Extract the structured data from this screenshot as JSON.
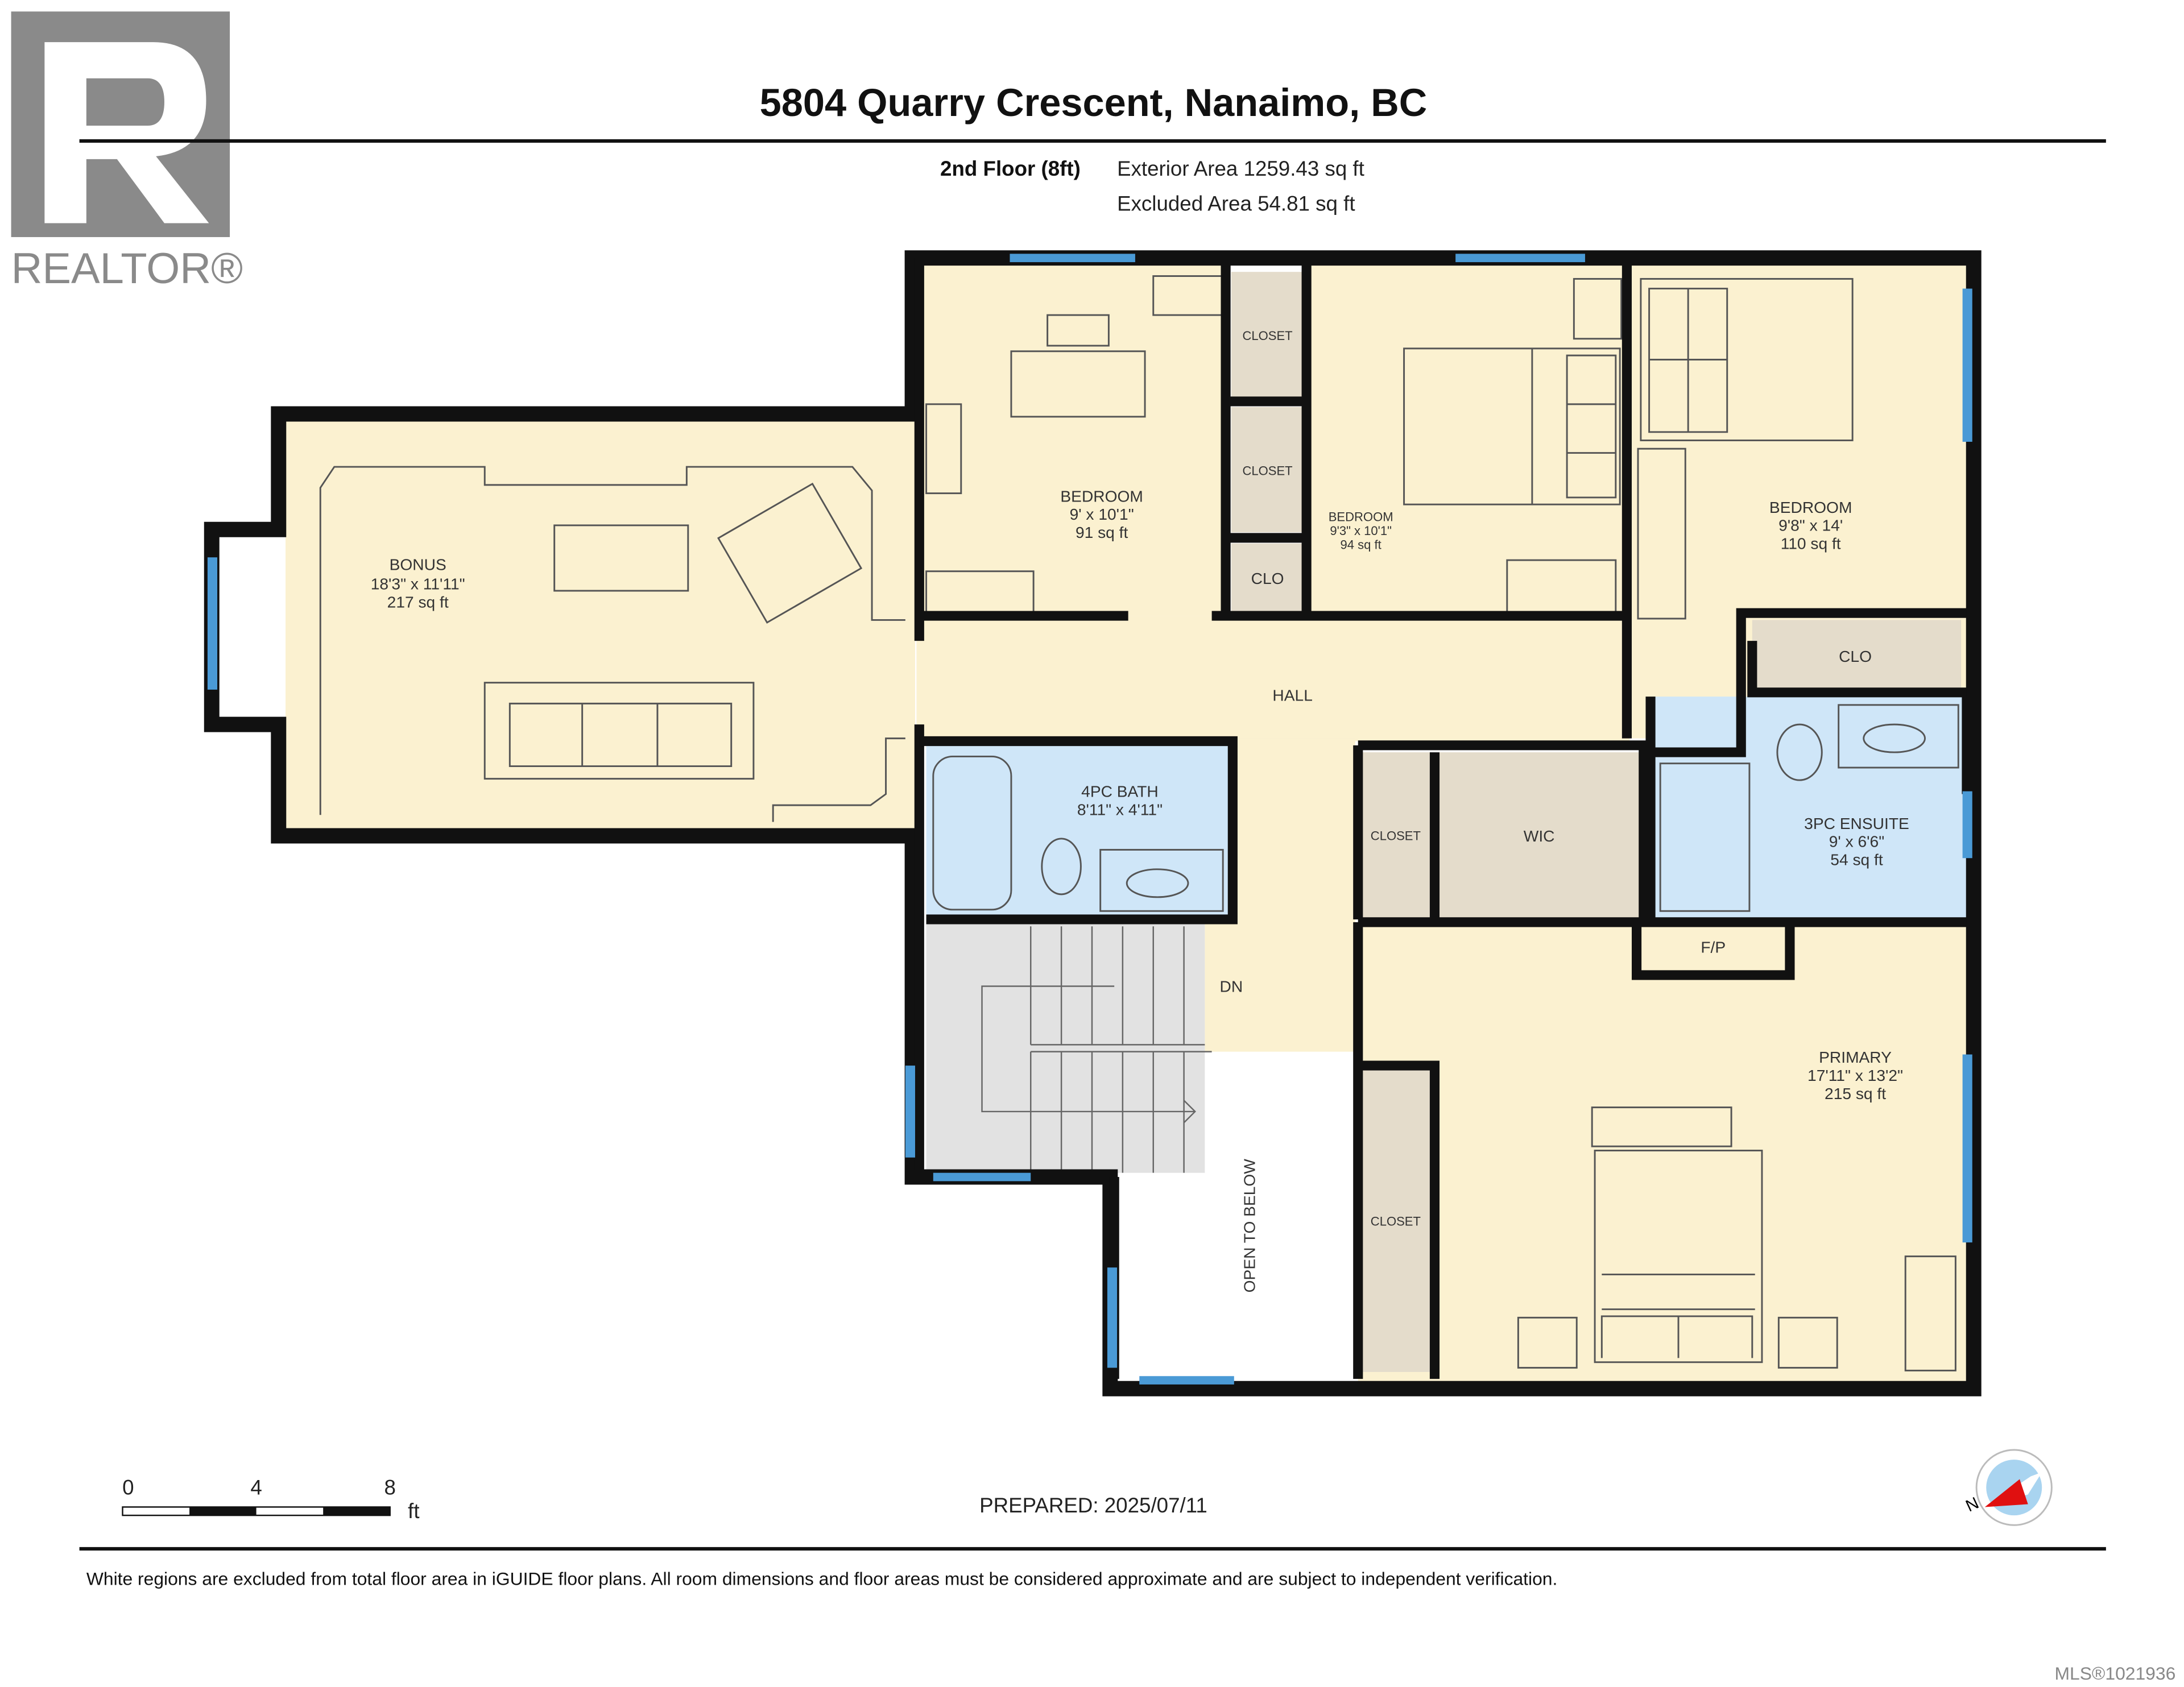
{
  "header": {
    "logo_text": "REALTOR®",
    "title": "5804 Quarry Crescent, Nanaimo, BC",
    "floor": "2nd Floor (8ft)",
    "exterior_area": "Exterior Area 1259.43 sq ft",
    "excluded_area": "Excluded Area 54.81 sq ft"
  },
  "rooms": {
    "bonus": {
      "name": "BONUS",
      "dims": "18'3\" x 11'11\"",
      "area": "217 sq ft"
    },
    "bedroom1": {
      "name": "BEDROOM",
      "dims": "9' x 10'1\"",
      "area": "91 sq ft"
    },
    "bedroom2": {
      "name": "BEDROOM",
      "dims": "9'3\" x 10'1\"",
      "area": "94 sq ft"
    },
    "bedroom3": {
      "name": "BEDROOM",
      "dims": "9'8\" x 14'",
      "area": "110 sq ft"
    },
    "bath": {
      "name": "4PC BATH",
      "dims": "8'11\" x 4'11\""
    },
    "ensuite": {
      "name": "3PC ENSUITE",
      "dims": "9' x 6'6\"",
      "area": "54 sq ft"
    },
    "primary": {
      "name": "PRIMARY",
      "dims": "17'11\" x 13'2\"",
      "area": "215 sq ft"
    },
    "hall": "HALL",
    "closet": "CLOSET",
    "clo": "CLO",
    "wic": "WIC",
    "fp": "F/P",
    "dn": "DN",
    "open_to_below": "OPEN TO BELOW"
  },
  "scale": {
    "ticks": [
      "0",
      "4",
      "8"
    ],
    "unit": "ft"
  },
  "compass": {
    "label": "N"
  },
  "prepared": "PREPARED: 2025/07/11",
  "footer": {
    "disclaimer": "White regions are excluded from total floor area in iGUIDE floor plans. All room dimensions and floor areas must be considered approximate and are subject to independent verification.",
    "mls": "MLS®1021936"
  },
  "colors": {
    "room": "#fbf1d0",
    "bath": "#cfe6f8",
    "closet": "#e4dccb",
    "stairs": "#e2e2e2",
    "window": "#4a9ad6",
    "logo": "#8a8a8a",
    "compass_needle": "#e01010"
  }
}
